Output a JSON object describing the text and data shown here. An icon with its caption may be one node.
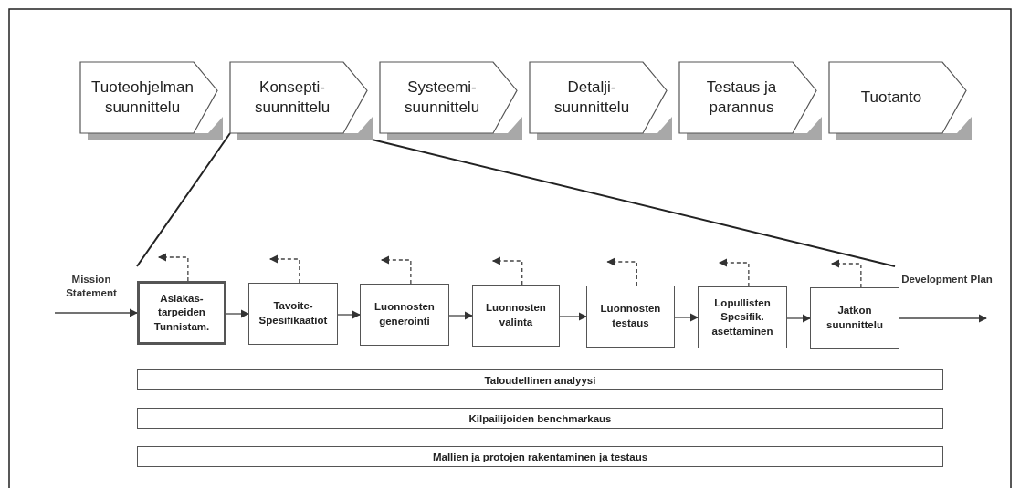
{
  "diagram": {
    "nodes": [
      {
        "text": [
          "Tuoteohjelman suunnittelu"
        ]
      },
      {
        "text": [
          "Konsepti- suunnittelu"
        ]
      },
      {
        "text": [
          "Systeemi- suunnittelu"
        ]
      },
      {
        "text": [
          "Detalji- suunnittelu"
        ]
      },
      {
        "text": [
          "Testaus ja parannus"
        ]
      },
      {
        "text": [
          "Tuotanto"
        ]
      },
      {
        "text": [
          "Asiakas- tarpeiden Tunnistam."
        ]
      },
      {
        "text": [
          "Tavoite- Spesifikaatiot"
        ]
      },
      {
        "text": [
          "Luonnosten generointi"
        ]
      },
      {
        "text": [
          "Luonnosten valinta"
        ]
      },
      {
        "text": [
          "Luonnosten testaus"
        ]
      },
      {
        "text": [
          "Lopullisten Spesifik. asettaminen"
        ]
      },
      {
        "text": [
          "Jatkon suunnittelu"
        ]
      },
      {
        "text": [
          "Taloudellinen analyysi"
        ]
      },
      {
        "text": [
          "Kilpailijoiden benchmarkaus"
        ]
      },
      {
        "text": [
          "Mallien ja protojen rakentaminen ja testaus"
        ]
      }
    ],
    "edges": [
      {
        "from": null,
        "to": 6,
        "arrow": "to",
        "label": "Mission Statement"
      },
      {
        "from": 6,
        "to": 7,
        "arrow": "to"
      },
      {
        "from": 7,
        "to": 8,
        "arrow": "to"
      },
      {
        "from": 8,
        "to": 9,
        "arrow": "to"
      },
      {
        "from": 9,
        "to": 10,
        "arrow": "to"
      },
      {
        "from": 10,
        "to": 11,
        "arrow": "to"
      },
      {
        "from": 11,
        "to": 12,
        "arrow": "to"
      },
      {
        "from": 12,
        "to": null,
        "arrow": "to",
        "label": "Development Plan"
      },
      {
        "from": 6,
        "to": null,
        "arrow": "to",
        "style": "dashed"
      },
      {
        "from": 7,
        "to": null,
        "arrow": "to",
        "style": "dashed"
      },
      {
        "from": 8,
        "to": null,
        "arrow": "to",
        "style": "dashed"
      },
      {
        "from": 9,
        "to": null,
        "arrow": "to",
        "style": "dashed"
      },
      {
        "from": 10,
        "to": null,
        "arrow": "to",
        "style": "dashed"
      },
      {
        "from": 11,
        "to": null,
        "arrow": "to",
        "style": "dashed"
      },
      {
        "from": 12,
        "to": null,
        "arrow": "to",
        "style": "dashed"
      }
    ]
  }
}
